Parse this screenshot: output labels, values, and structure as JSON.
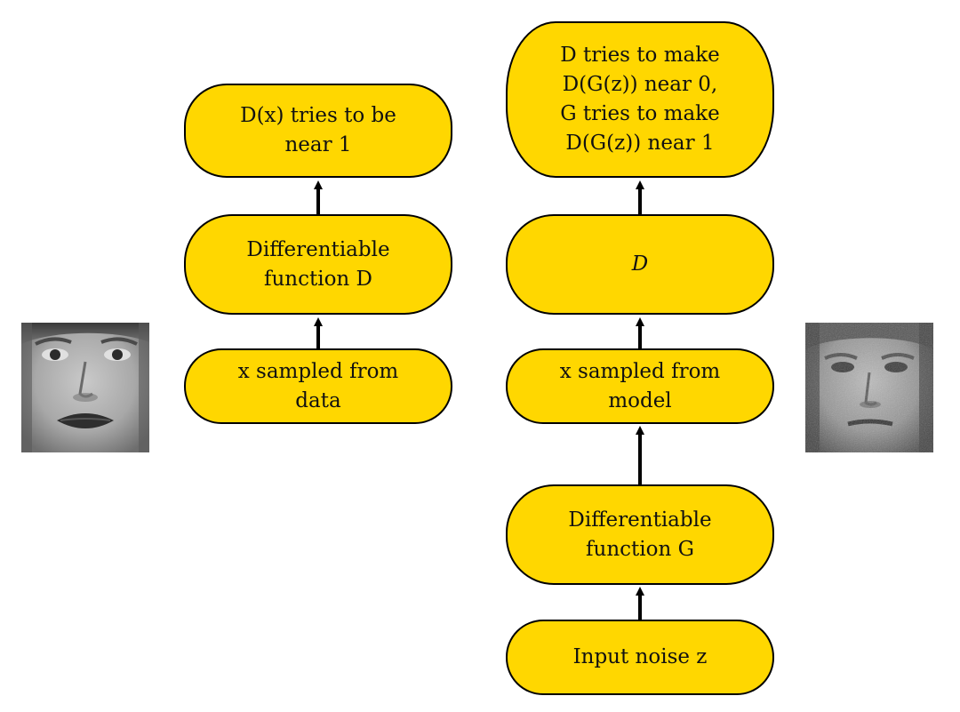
{
  "colors": {
    "node_fill": "#ffd700",
    "node_stroke": "#000000",
    "arrow": "#000000"
  },
  "left_column": {
    "d_real_output": {
      "lines": [
        "D(x) tries to be",
        "near 1"
      ]
    },
    "discriminator_real": {
      "lines": [
        "Differentiable",
        "function D"
      ]
    },
    "data_sample": {
      "lines": [
        "x sampled from",
        "data"
      ]
    }
  },
  "right_column": {
    "objective": {
      "lines": [
        "D tries to make",
        "D(G(z)) near 0,",
        "G tries to make",
        "D(G(z)) near 1"
      ]
    },
    "discriminator_fake": {
      "lines": [
        "D"
      ]
    },
    "model_sample": {
      "lines": [
        "x sampled from",
        "model"
      ]
    },
    "generator": {
      "lines": [
        "Differentiable",
        "function G"
      ]
    },
    "noise_input": {
      "lines": [
        "Input noise z"
      ]
    }
  },
  "images": {
    "real_face": "real-face-photo",
    "generated_face": "generated-face-photo"
  }
}
